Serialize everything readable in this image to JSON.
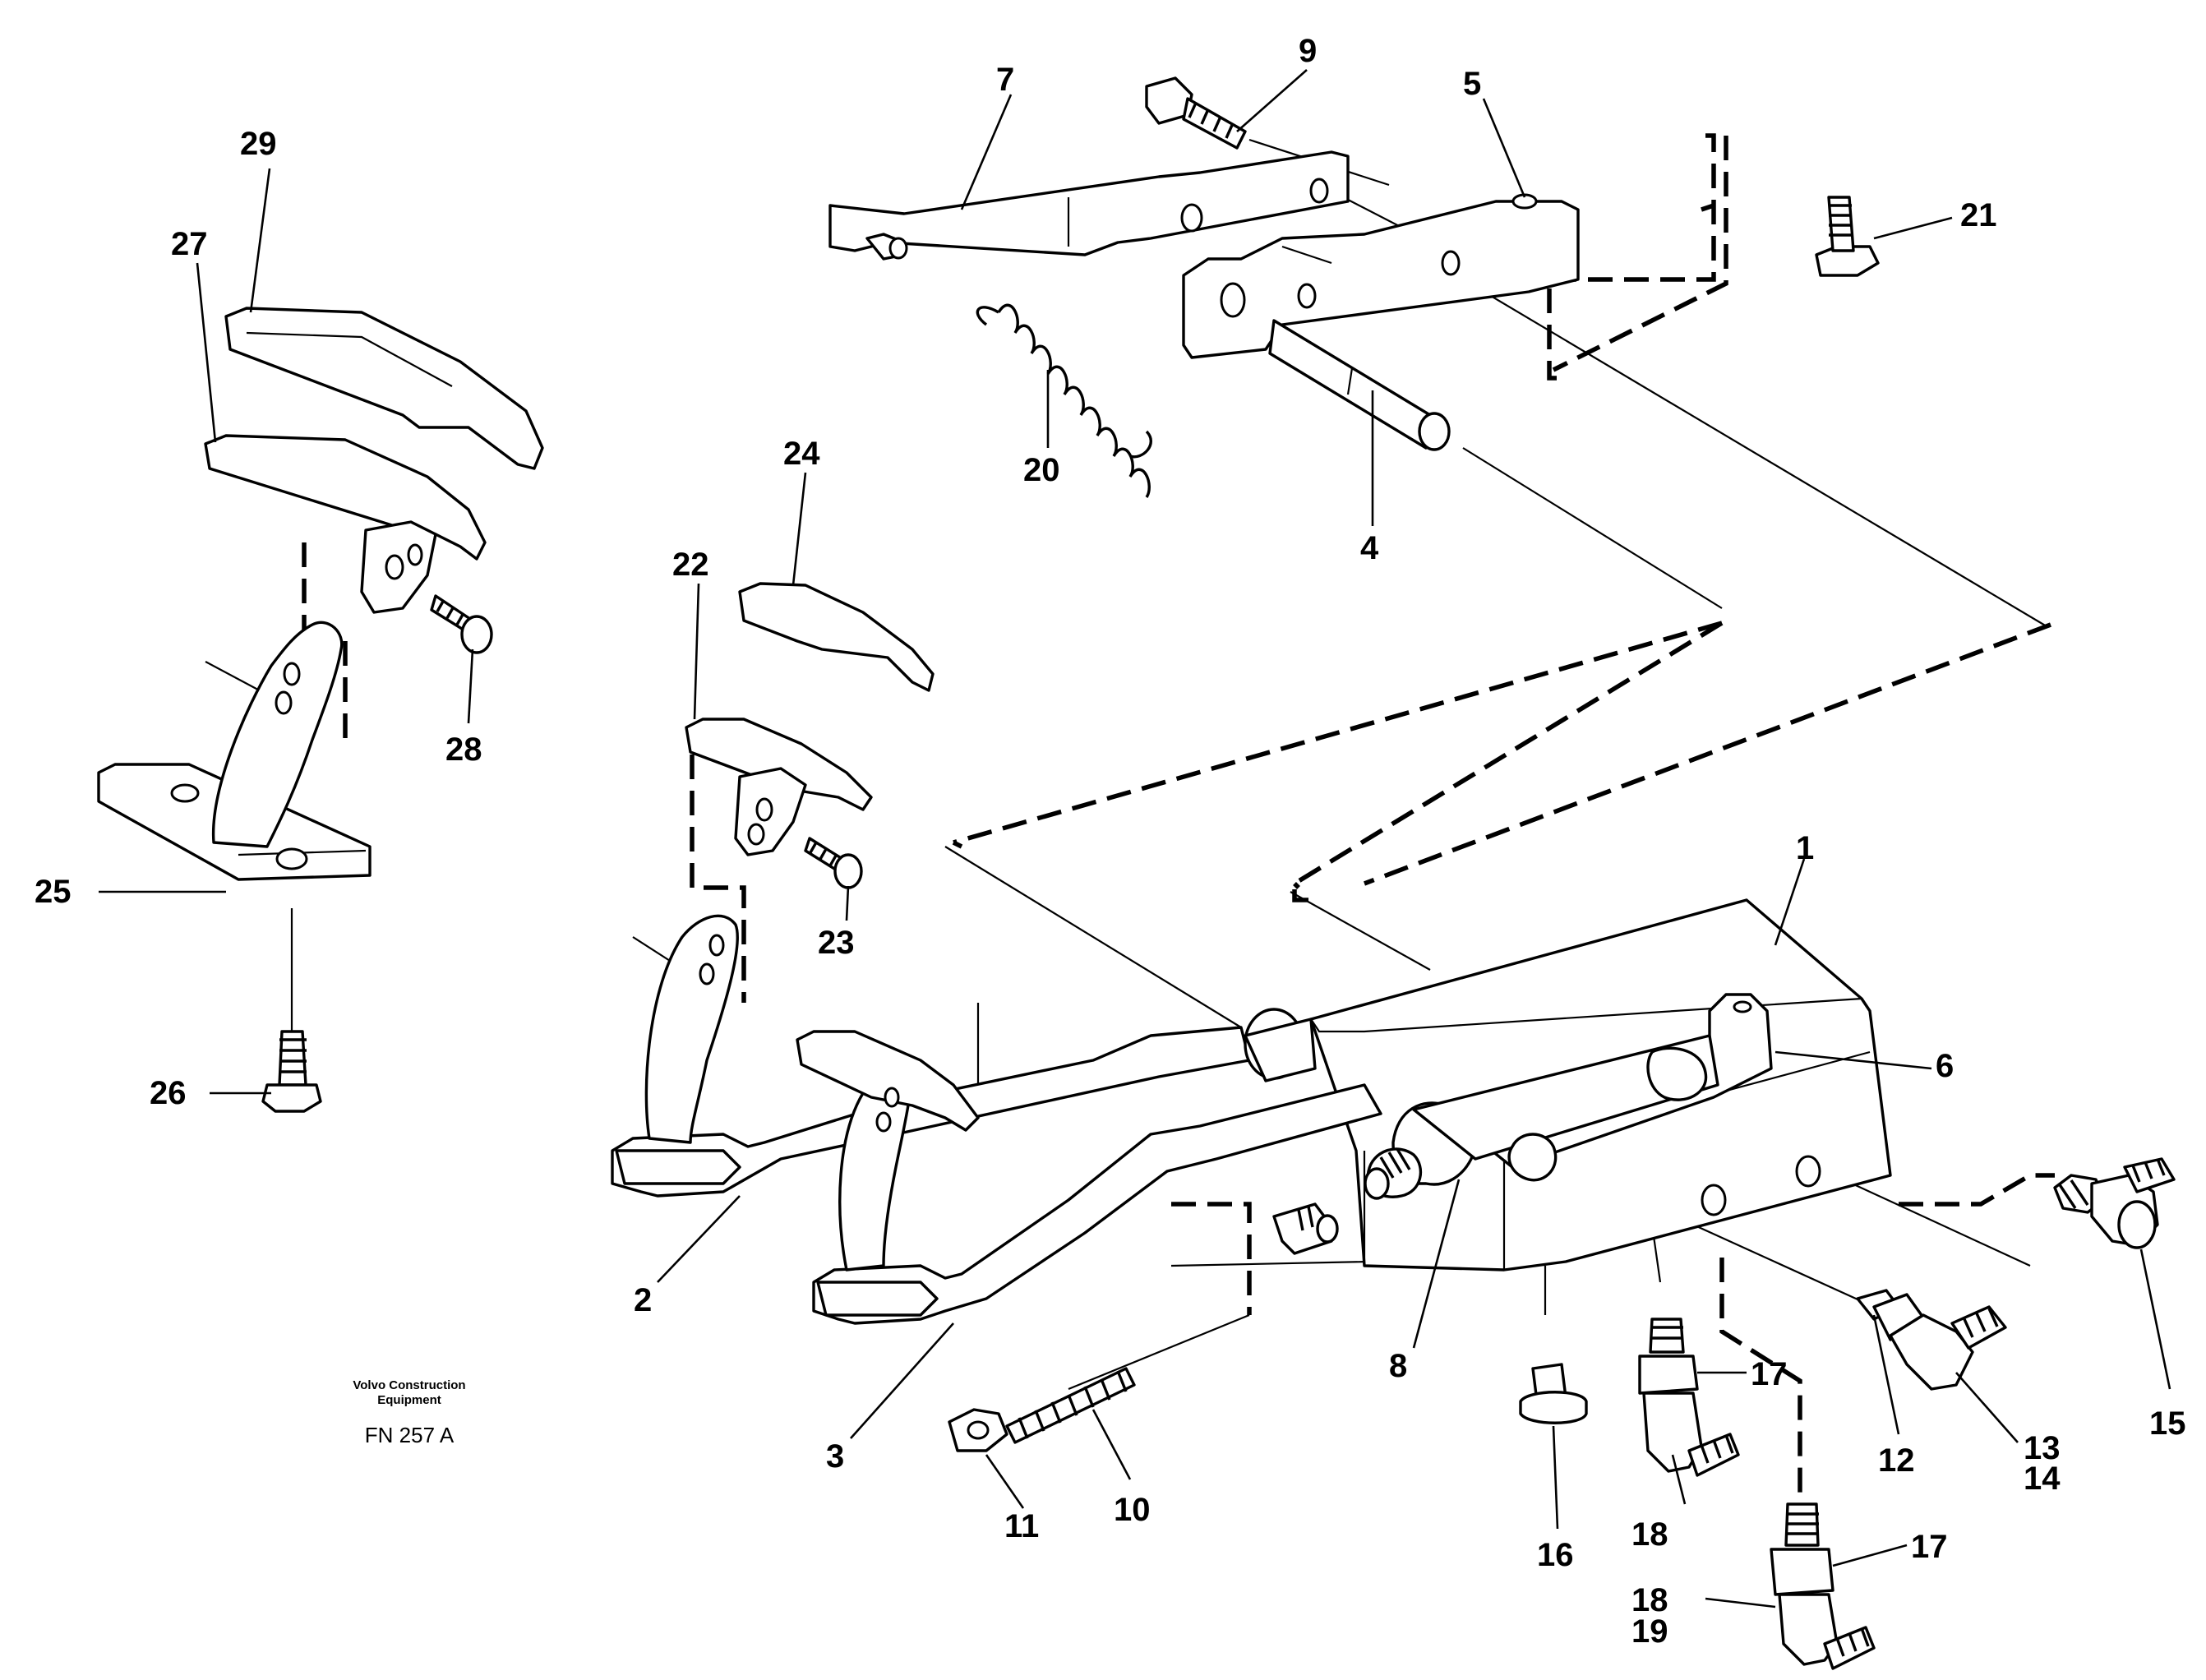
{
  "drawing": {
    "publisher_line1": "Volvo Construction",
    "publisher_line2": "Equipment",
    "figure_code": "FN 257 A"
  },
  "callouts": {
    "c1": "1",
    "c2": "2",
    "c3": "3",
    "c4": "4",
    "c5": "5",
    "c6": "6",
    "c7": "7",
    "c8": "8",
    "c9": "9",
    "c10": "10",
    "c11": "11",
    "c12": "12",
    "c13": "13",
    "c14": "14",
    "c15": "15",
    "c16": "16",
    "c17a": "17",
    "c17b": "17",
    "c18a": "18",
    "c18b": "18",
    "c19": "19",
    "c20": "20",
    "c21": "21",
    "c22": "22",
    "c23": "23",
    "c24": "24",
    "c25": "25",
    "c26": "26",
    "c27": "27",
    "c28": "28",
    "c29": "29"
  }
}
